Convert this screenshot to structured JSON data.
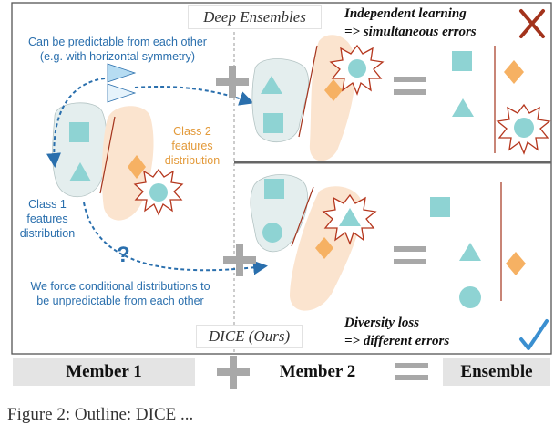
{
  "top_panel": {
    "title": "Deep Ensembles",
    "note_line1": "Independent learning",
    "note_line2": "=> simultaneous errors",
    "status_glyph": "✘"
  },
  "bottom_panel": {
    "title": "DICE (Ours)",
    "note_line1": "Diversity loss",
    "note_line2": "=> different errors",
    "status_glyph": "✓"
  },
  "left_panel": {
    "predictable_line1": "Can be predictable from each other",
    "predictable_line2": "(e.g. with horizontal symmetry)",
    "class2_line1": "Class 2",
    "class2_line2": "features",
    "class2_line3": "distribution",
    "class1_line1": "Class 1",
    "class1_line2": "features",
    "class1_line3": "distribution",
    "question_mark": "?",
    "force_line1": "We force conditional distributions to",
    "force_line2": "be unpredictable from each other"
  },
  "bottom_row": {
    "member1": "Member 1",
    "member2": "Member 2",
    "ensemble": "Ensemble"
  },
  "caption": "Figure 2: Outline: DICE ...",
  "colors": {
    "class1_fill": "#8ed3d3",
    "class2_fill": "#f6b163",
    "blob1": "#e4eeee",
    "blob2": "#fbe4cf",
    "star": "#b5371e",
    "blue_text": "#2a6fad",
    "orange_text": "#e39a3a",
    "cross": "#a3331c",
    "check": "#3a8fd0"
  },
  "icons": [
    "cross-mark-icon",
    "check-mark-icon",
    "plus-icon",
    "equals-icon",
    "star-burst-icon",
    "triangle-icon",
    "square-icon",
    "circle-icon",
    "diamond-icon"
  ]
}
